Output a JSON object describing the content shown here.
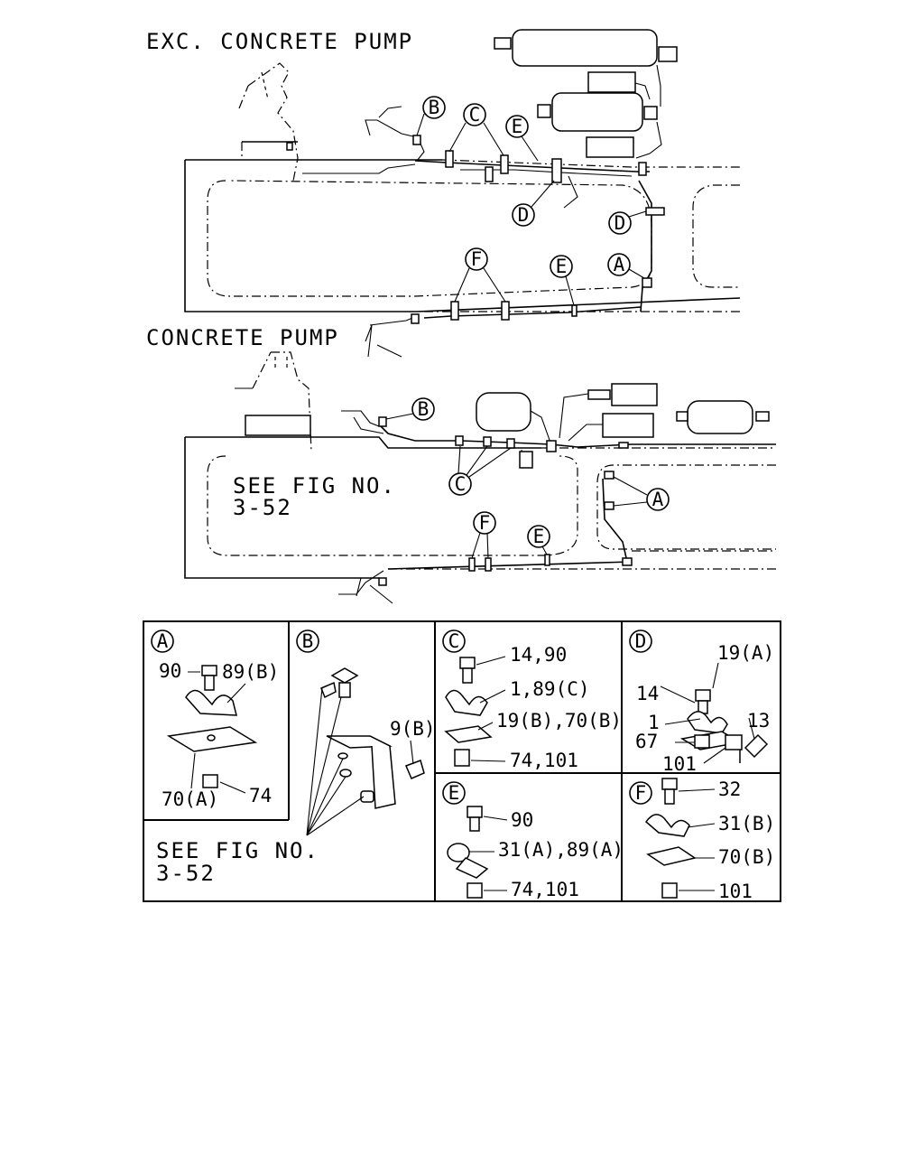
{
  "headings": {
    "exc_concrete_pump": "EXC. CONCRETE PUMP",
    "concrete_pump": "CONCRETE PUMP"
  },
  "see_fig": {
    "line1": "SEE FIG NO.",
    "line2": "3-52"
  },
  "callout_letters": {
    "a": "A",
    "b": "B",
    "c": "C",
    "d": "D",
    "e": "E",
    "f": "F"
  },
  "detail_panels": {
    "a": {
      "letter": "A",
      "labels": [
        "89(B)",
        "90",
        "70(A)",
        "74"
      ]
    },
    "b": {
      "letter": "B",
      "labels": [
        "9(B)"
      ],
      "see_line1": "SEE FIG NO.",
      "see_line2": "3-52"
    },
    "c": {
      "letter": "C",
      "labels": [
        "14,90",
        "1,89(C)",
        "19(B),70(B)",
        "74,101"
      ]
    },
    "d": {
      "letter": "D",
      "labels": [
        "19(A)",
        "14",
        "1",
        "13",
        "67",
        "101"
      ]
    },
    "e": {
      "letter": "E",
      "labels": [
        "90",
        "31(A),89(A)",
        "74,101"
      ]
    },
    "f": {
      "letter": "F",
      "labels": [
        "32",
        "31(B)",
        "70(B)",
        "101"
      ]
    }
  }
}
